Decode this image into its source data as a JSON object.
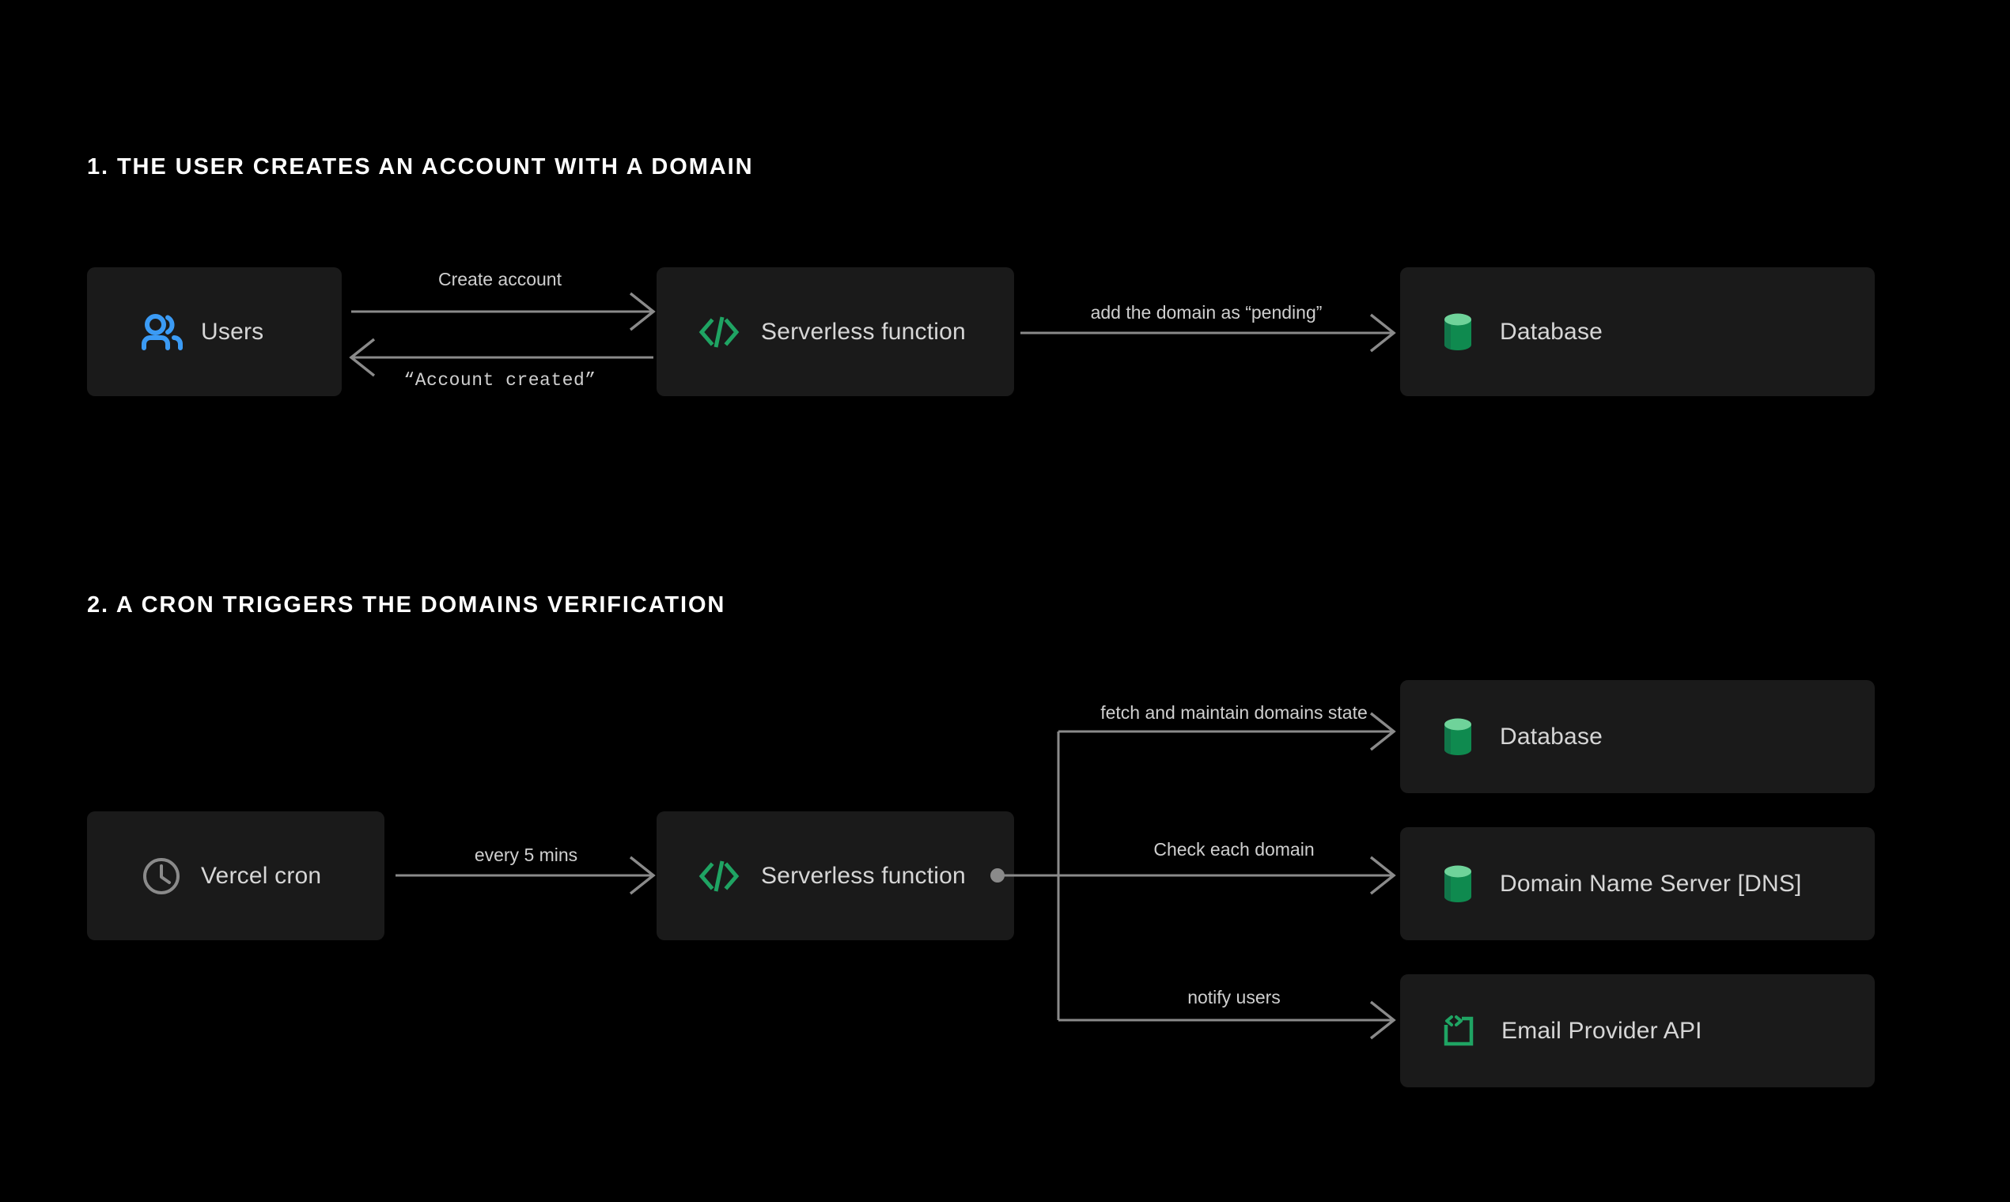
{
  "page": {
    "background": "#000000",
    "node_fill": "#1a1a1a",
    "wire_color": "#8a8a8a",
    "accent_green": "#1fa463",
    "accent_blue": "#3b9bf5",
    "icon_gray": "#8a8a8a",
    "label_color": "#d6d6d6"
  },
  "sections": [
    {
      "title": "1. THE USER CREATES AN ACCOUNT WITH A DOMAIN",
      "nodes": [
        {
          "id": "users",
          "label": "Users",
          "icon": "users-icon"
        },
        {
          "id": "serverless-1",
          "label": "Serverless function",
          "icon": "code-icon"
        },
        {
          "id": "database-1",
          "label": "Database",
          "icon": "database-icon"
        }
      ],
      "edges": [
        {
          "id": "create-account",
          "label": "Create account",
          "style": "sans",
          "direction": "right"
        },
        {
          "id": "account-created",
          "label": "“Account created”",
          "style": "mono",
          "direction": "left"
        },
        {
          "id": "add-domain-pending",
          "label": "add the domain as “pending”",
          "style": "sans",
          "direction": "right"
        }
      ]
    },
    {
      "title": "2. A CRON TRIGGERS THE DOMAINS VERIFICATION",
      "nodes": [
        {
          "id": "vercel-cron",
          "label": "Vercel cron",
          "icon": "clock-icon"
        },
        {
          "id": "serverless-2",
          "label": "Serverless function",
          "icon": "code-icon"
        },
        {
          "id": "database-2",
          "label": "Database",
          "icon": "database-icon"
        },
        {
          "id": "dns",
          "label": "Domain Name Server  [DNS]",
          "icon": "database-icon"
        },
        {
          "id": "email-api",
          "label": "Email Provider API",
          "icon": "api-bracket-icon"
        }
      ],
      "edges": [
        {
          "id": "every-5-mins",
          "label": "every 5 mins",
          "style": "sans",
          "direction": "right"
        },
        {
          "id": "fetch-maintain",
          "label": "fetch and maintain domains state",
          "style": "sans",
          "direction": "right"
        },
        {
          "id": "check-each-domain",
          "label": "Check each domain",
          "style": "sans",
          "direction": "right"
        },
        {
          "id": "notify-users",
          "label": "notify users",
          "style": "sans",
          "direction": "right"
        }
      ]
    }
  ]
}
